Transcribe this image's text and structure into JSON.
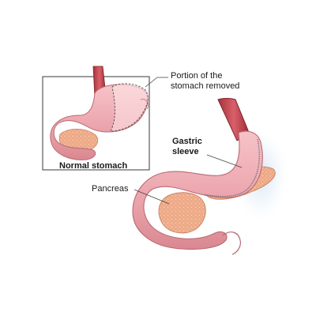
{
  "labels": {
    "removed_line1": "Portion of the",
    "removed_line2": "stomach removed",
    "normal_stomach": "Normal stomach",
    "gastric_line1": "Gastric",
    "gastric_line2": "sleeve",
    "pancreas": "Pancreas"
  }
}
